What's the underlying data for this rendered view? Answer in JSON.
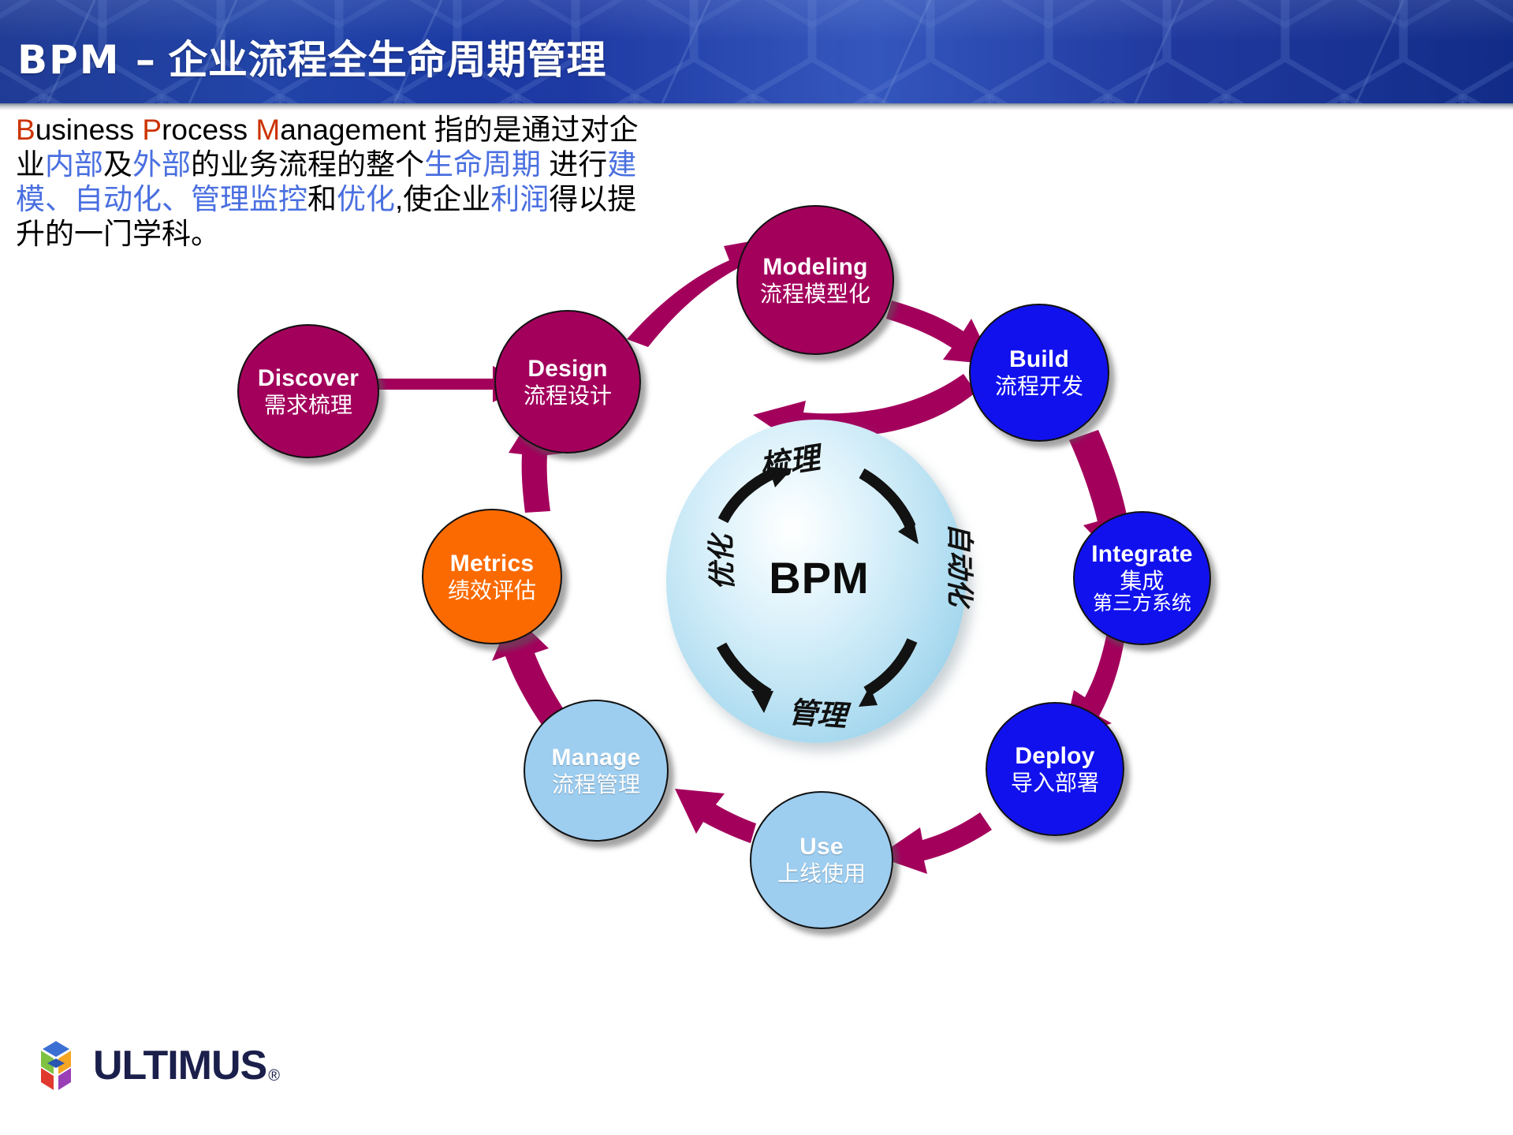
{
  "header": {
    "title_en": "BPM –",
    "title_cn": "企业流程全生命周期管理",
    "bg_color": "#1733a0"
  },
  "paragraph": {
    "runs": [
      {
        "t": "B",
        "c": "accent"
      },
      {
        "t": "usiness ",
        "c": "black"
      },
      {
        "t": "P",
        "c": "accent"
      },
      {
        "t": "rocess ",
        "c": "black"
      },
      {
        "t": "M",
        "c": "accent"
      },
      {
        "t": "anagement ",
        "c": "black"
      },
      {
        "t": "指的是通过对企业",
        "c": "black"
      },
      {
        "t": "内部",
        "c": "blue"
      },
      {
        "t": "及",
        "c": "black"
      },
      {
        "t": "外部",
        "c": "blue"
      },
      {
        "t": "的业务流程的整个",
        "c": "black"
      },
      {
        "t": "生命周期",
        "c": "blue"
      },
      {
        "t": " 进行",
        "c": "black"
      },
      {
        "t": "建模、自动化、管理监控",
        "c": "blue"
      },
      {
        "t": "和",
        "c": "black"
      },
      {
        "t": "优化",
        "c": "blue"
      },
      {
        "t": ",使企业",
        "c": "black"
      },
      {
        "t": "利润",
        "c": "blue"
      },
      {
        "t": "得以提升的一门学科。",
        "c": "black"
      }
    ],
    "accent_color": "#cc3300",
    "blue_color": "#4a6fe0"
  },
  "diagram": {
    "nodes": [
      {
        "id": "discover",
        "en": "Discover",
        "cn": "需求梳理",
        "cn2": "",
        "color": "#a3005c",
        "style": "crimson"
      },
      {
        "id": "design",
        "en": "Design",
        "cn": "流程设计",
        "cn2": "",
        "color": "#a3005c",
        "style": "crimson"
      },
      {
        "id": "modeling",
        "en": "Modeling",
        "cn": "流程模型化",
        "cn2": "",
        "color": "#a3005c",
        "style": "crimson"
      },
      {
        "id": "build",
        "en": "Build",
        "cn": "流程开发",
        "cn2": "",
        "color": "#1111ee",
        "style": "blue"
      },
      {
        "id": "integrate",
        "en": "Integrate",
        "cn": "集成",
        "cn2": "第三方系统",
        "color": "#1111ee",
        "style": "blue"
      },
      {
        "id": "deploy",
        "en": "Deploy",
        "cn": "导入部署",
        "cn2": "",
        "color": "#1111ee",
        "style": "blue"
      },
      {
        "id": "use",
        "en": "Use",
        "cn": "上线使用",
        "cn2": "",
        "color": "#9dcdef",
        "style": "lblue"
      },
      {
        "id": "manage",
        "en": "Manage",
        "cn": "流程管理",
        "cn2": "",
        "color": "#9dcdef",
        "style": "lblue"
      },
      {
        "id": "metrics",
        "en": "Metrics",
        "cn": "绩效评估",
        "cn2": "",
        "color": "#fa6a00",
        "style": "orange"
      }
    ],
    "arrow_color": "#a3005c",
    "sphere": {
      "center_label": "BPM",
      "top_label": "梳理",
      "right_label": "自动化",
      "bottom_label": "管理",
      "left_label": "优化"
    }
  },
  "logo": {
    "word": "ULTIMUS",
    "registered": "®"
  }
}
